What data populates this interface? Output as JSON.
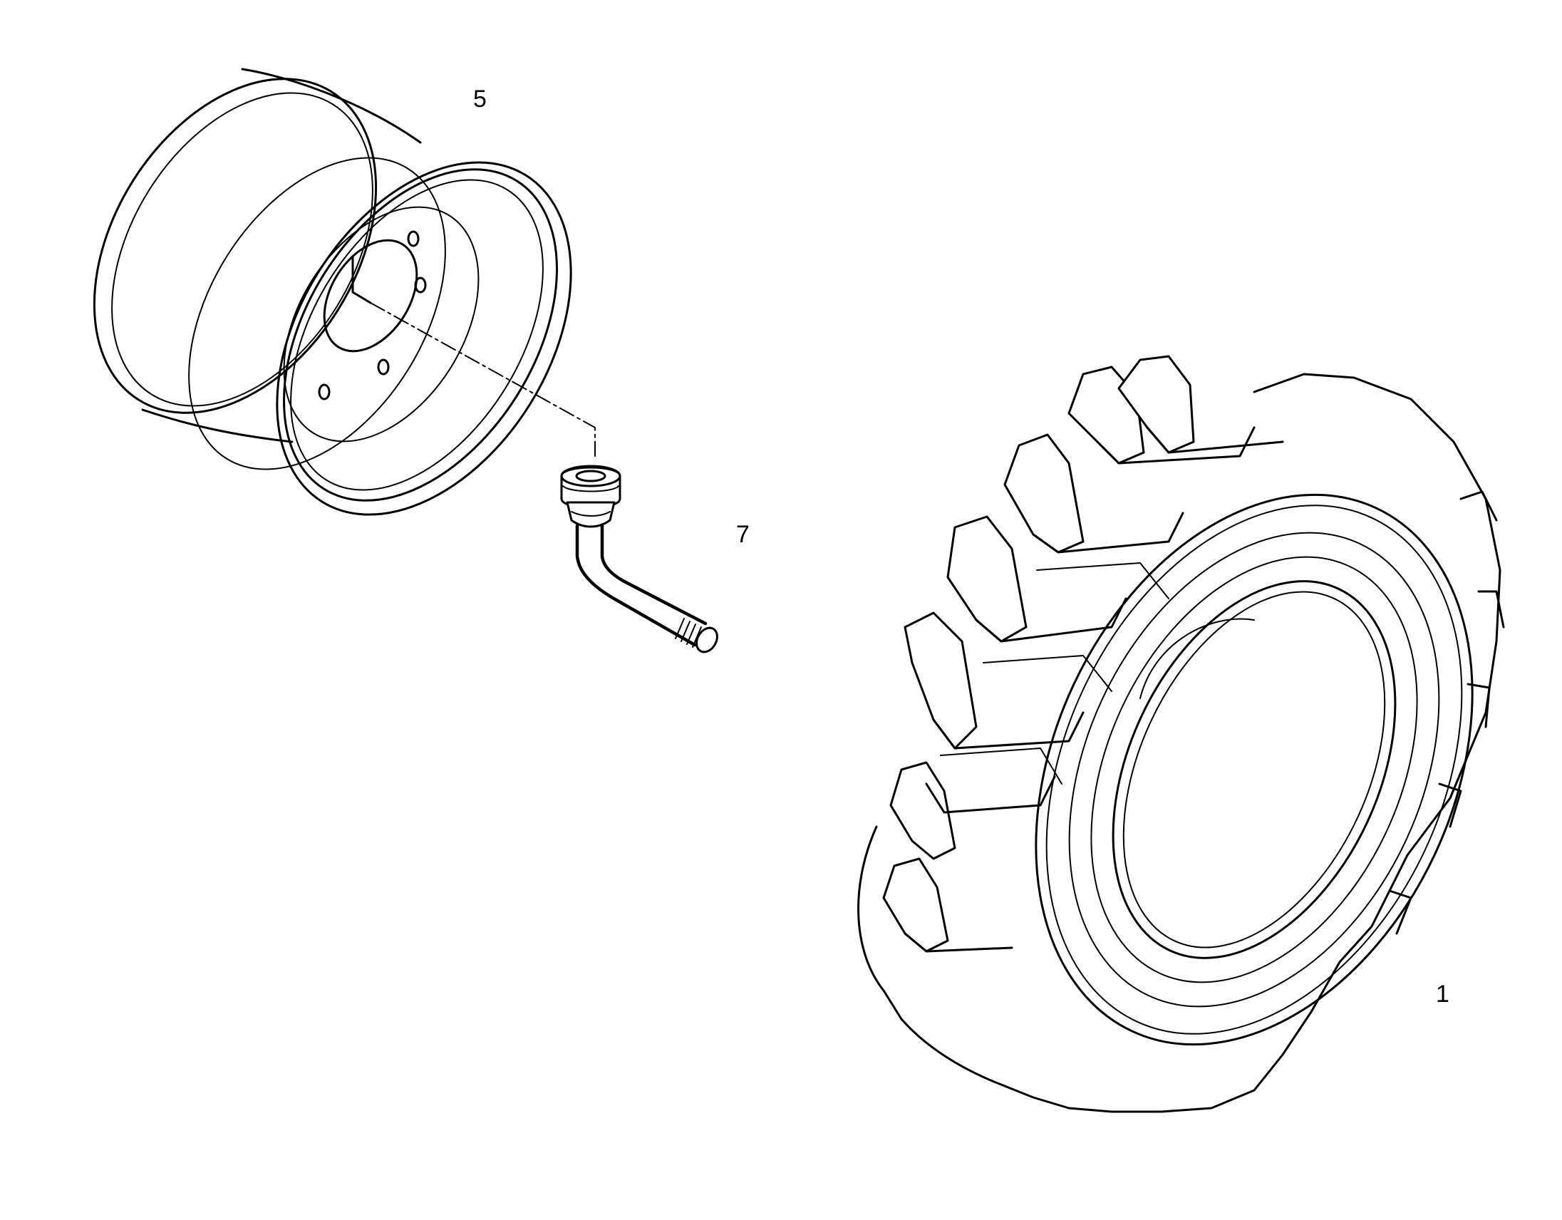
{
  "callouts": {
    "rim": "5",
    "valve": "7",
    "tire": "1"
  },
  "colors": {
    "line": "#000000",
    "background": "#ffffff"
  }
}
